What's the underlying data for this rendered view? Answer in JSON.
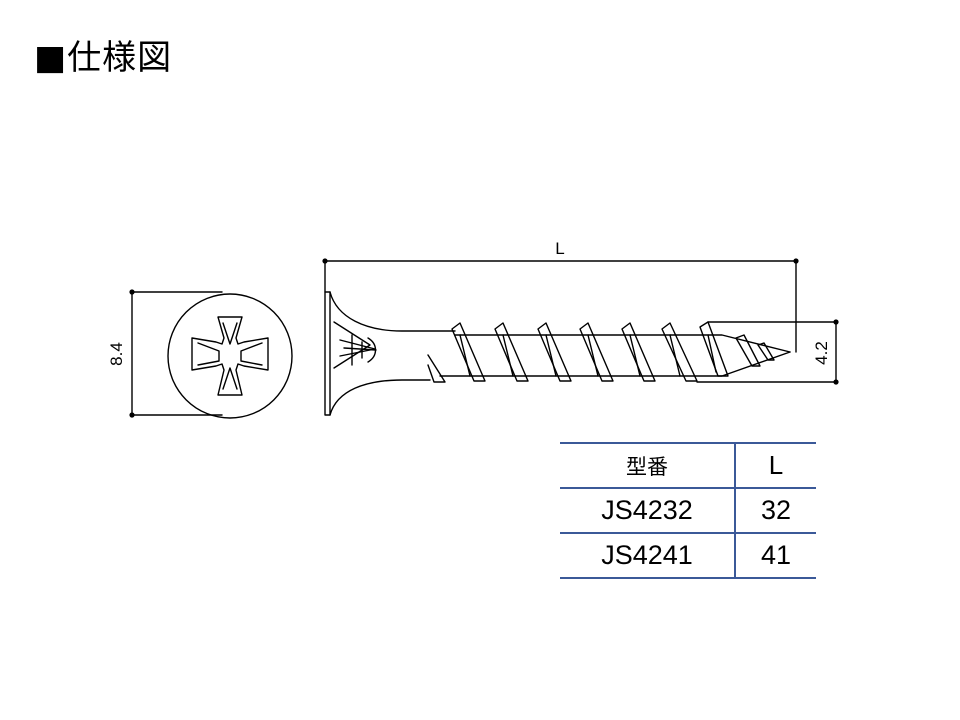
{
  "title": "■仕様図",
  "dimensions": {
    "length_label": "L",
    "head_diameter": "8.4",
    "thread_diameter": "4.2"
  },
  "table": {
    "headers": [
      "型番",
      "L"
    ],
    "rows": [
      {
        "model": "JS4232",
        "length": "32"
      },
      {
        "model": "JS4241",
        "length": "41"
      }
    ]
  },
  "colors": {
    "table_rule": "#3b5998",
    "line": "#000000"
  }
}
